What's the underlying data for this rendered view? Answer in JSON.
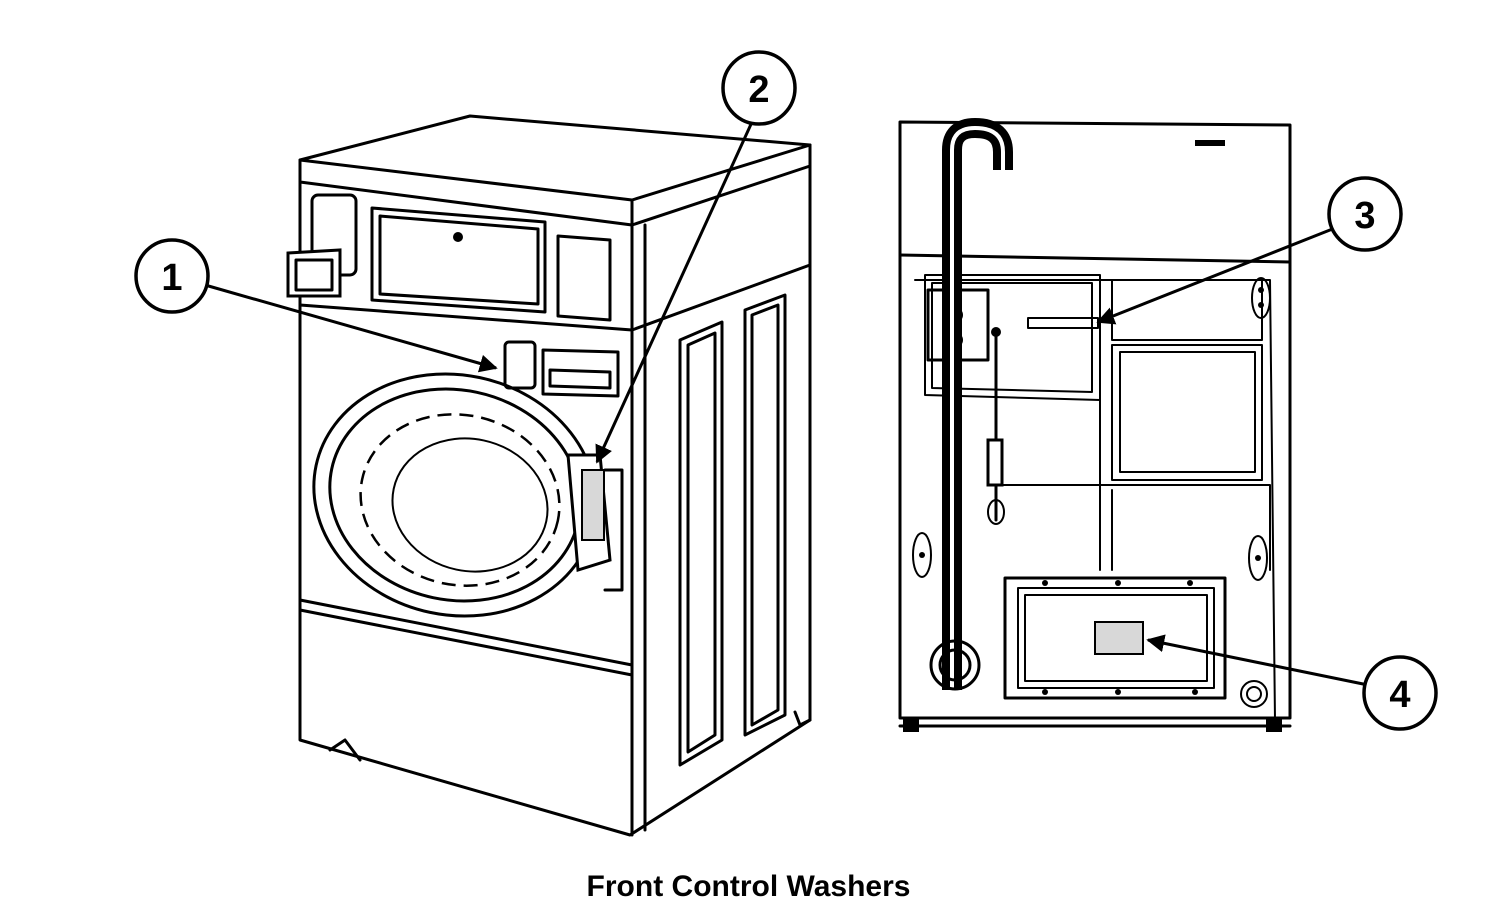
{
  "caption": "Front Control Washers",
  "callouts": [
    {
      "label": "1"
    },
    {
      "label": "2"
    },
    {
      "label": "3"
    },
    {
      "label": "4"
    }
  ],
  "colors": {
    "line": "#000000",
    "background": "#ffffff"
  }
}
